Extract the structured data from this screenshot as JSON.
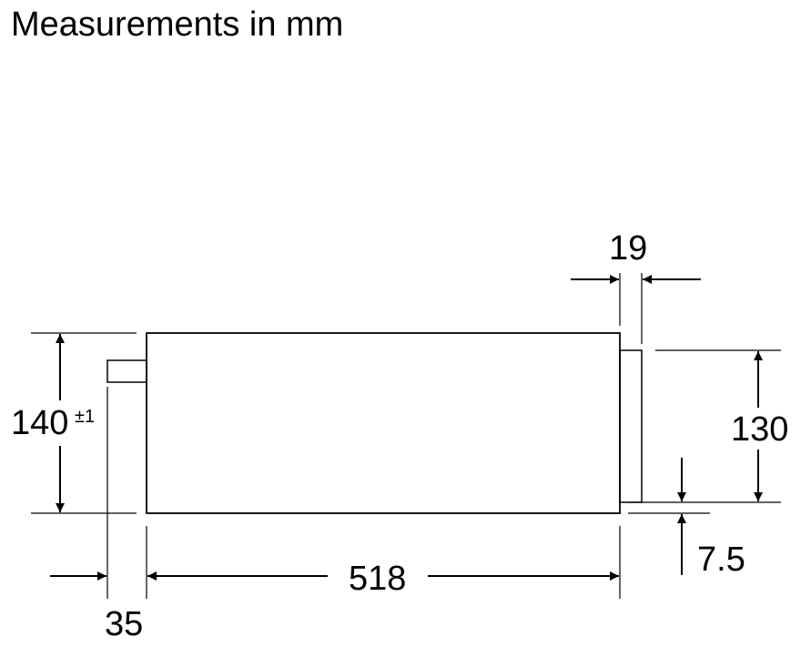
{
  "title": "Measurements in mm",
  "dimensions": {
    "height_total": "140",
    "height_tolerance": "±1",
    "height_front": "130",
    "front_thickness": "19",
    "offset_bottom": "7.5",
    "depth": "518",
    "connector_depth": "35"
  }
}
